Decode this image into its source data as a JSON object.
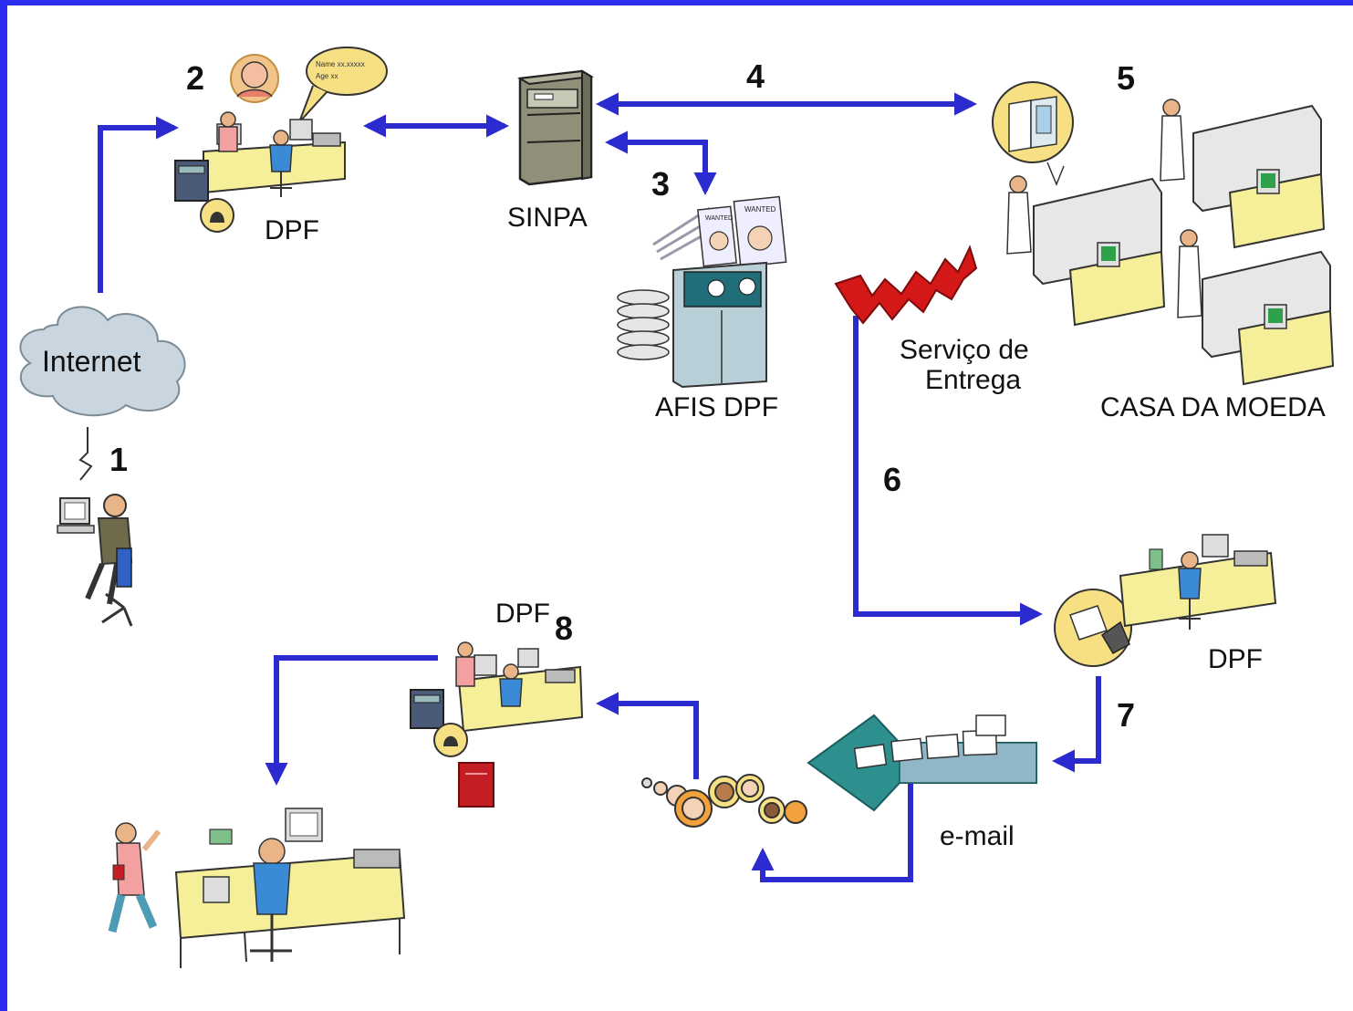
{
  "steps": [
    "1",
    "2",
    "3",
    "4",
    "5",
    "6",
    "7",
    "8"
  ],
  "labels": {
    "internet": "Internet",
    "dpf_top": "DPF",
    "sinpa": "SINPA",
    "afis": "AFIS DPF",
    "servico_line1": "Serviço de",
    "servico_line2": "Entrega",
    "casa_da_moeda": "CASA DA MOEDA",
    "dpf_right": "DPF",
    "dpf_bottom": "DPF",
    "email": "e-mail"
  },
  "bubble_text": [
    "Name",
    "Age"
  ],
  "poster_text": "WANTED",
  "colors": {
    "frame": "#2d2df0",
    "arrow": "#2b2bd0",
    "cloud": "#c9d6e0",
    "desk": "#f6ef9a",
    "shirt": "#3a8ad6",
    "server": "#8f8f7a",
    "email_arrow": "#2e8f8f",
    "delivery": "#d41818"
  }
}
